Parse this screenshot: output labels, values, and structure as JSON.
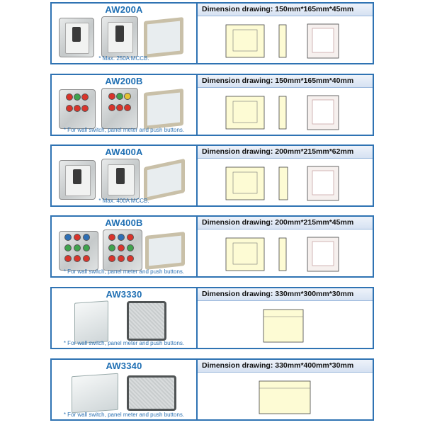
{
  "colors": {
    "border": "#2f73b3",
    "model_text": "#1f6fb3",
    "drawing_fill": "#fdfbd4",
    "header_bg": "#dde7f4"
  },
  "products": [
    {
      "model": "AW200A",
      "note": "* Max. 250A MCCB.",
      "dimension": "Dimension drawing: 150mm*165mm*45mm"
    },
    {
      "model": "AW200B",
      "note": "* For wall switch, panel meter and push buttons.",
      "dimension": "Dimension drawing: 150mm*165mm*40mm"
    },
    {
      "model": "AW400A",
      "note": "* Max. 400A MCCB.",
      "dimension": "Dimension drawing: 200mm*215mm*62mm"
    },
    {
      "model": "AW400B",
      "note": "* For wall switch, panel meter and push buttons.",
      "dimension": "Dimension drawing: 200mm*215mm*45mm"
    },
    {
      "model": "AW3330",
      "note": "* For wall switch, panel meter and push buttons.",
      "dimension": "Dimension drawing: 330mm*300mm*30mm"
    },
    {
      "model": "AW3340",
      "note": "* For wall switch, panel meter and push buttons.",
      "dimension": "Dimension drawing: 330mm*400mm*30mm"
    }
  ]
}
